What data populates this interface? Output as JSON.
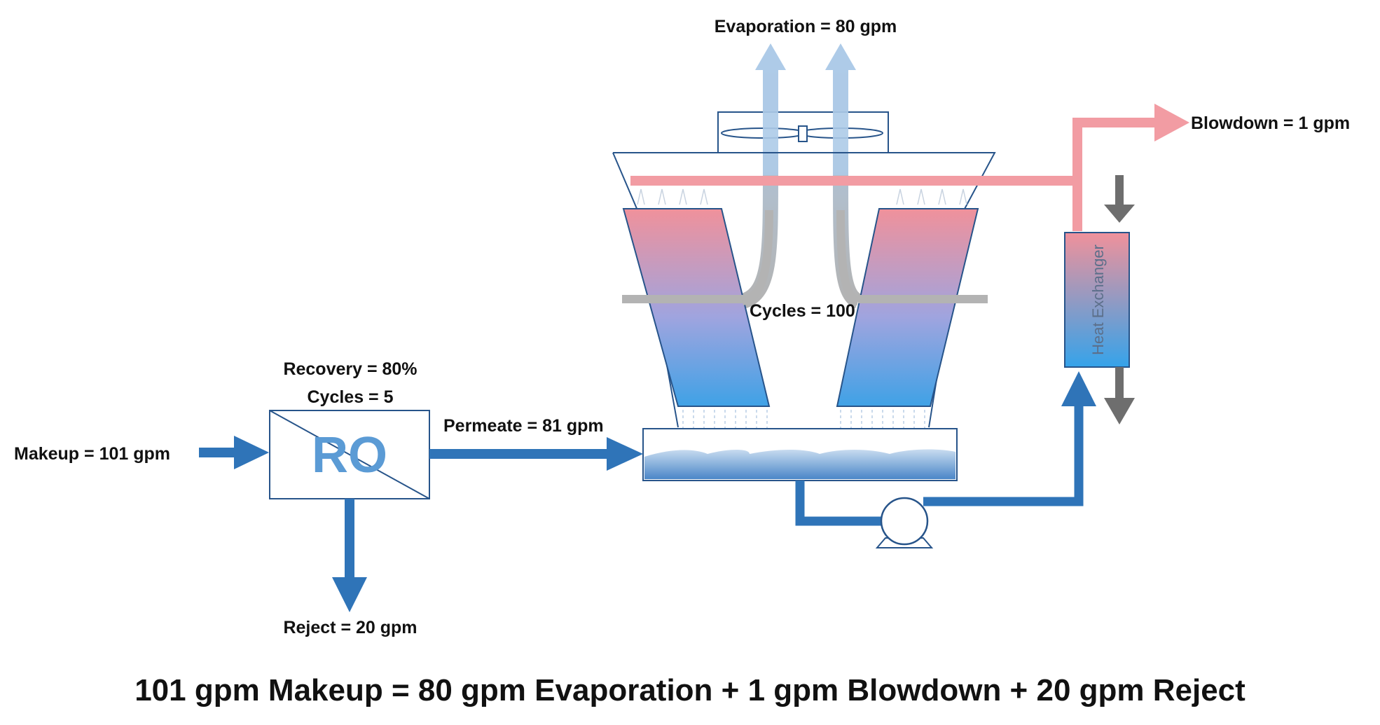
{
  "labels": {
    "evaporation": "Evaporation = 80 gpm",
    "blowdown": "Blowdown = 1 gpm",
    "cycles_tower": "Cycles = 100",
    "recovery": "Recovery = 80%",
    "cycles_ro": "Cycles = 5",
    "permeate": "Permeate = 81 gpm",
    "makeup": "Makeup = 101 gpm",
    "reject": "Reject = 20 gpm",
    "ro_unit": "RO",
    "heat_exchanger": "Heat Exchanger"
  },
  "equation": "101 gpm Makeup = 80 gpm Evaporation + 1 gpm Blowdown + 20 gpm Reject",
  "colors": {
    "water_blue": "#2f74b8",
    "light_blue": "#aecbe8",
    "hot_pink": "#f29ca3",
    "gray_pipe": "#b3b3b3",
    "dark_gray": "#6e6e6e",
    "outline": "#27548a",
    "ro_text": "#5b9bd5"
  }
}
